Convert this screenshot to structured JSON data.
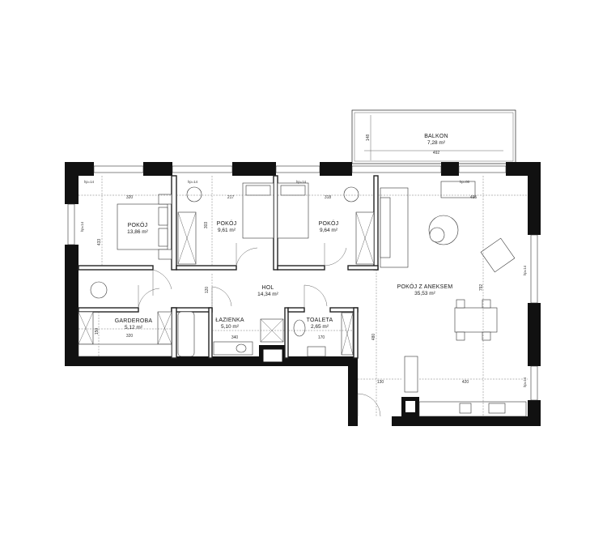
{
  "rooms": [
    {
      "id": "pokoj1",
      "name": "POKÓJ",
      "area": "13,86 m²"
    },
    {
      "id": "pokoj2",
      "name": "POKÓJ",
      "area": "9,61 m²"
    },
    {
      "id": "pokoj3",
      "name": "POKÓJ",
      "area": "9,64 m²"
    },
    {
      "id": "hol",
      "name": "HOL",
      "area": "14,34 m²"
    },
    {
      "id": "pokoj_aneks",
      "name": "POKÓJ Z ANEKSEM",
      "area": "35,53 m²"
    },
    {
      "id": "garderoba",
      "name": "GARDEROBA",
      "area": "5,12 m²"
    },
    {
      "id": "lazienka",
      "name": "ŁAZIENKA",
      "area": "5,10 m²"
    },
    {
      "id": "toaleta",
      "name": "TOALETA",
      "area": "2,65 m²"
    },
    {
      "id": "balkon",
      "name": "BALKON",
      "area": "7,28 m²"
    }
  ],
  "dimensions": {
    "d320a": "320",
    "d217": "217",
    "d318": "318",
    "d495": "495",
    "d433": "433",
    "d303": "303",
    "d120": "120",
    "d792": "792",
    "d150": "150",
    "d320b": "320",
    "d340": "340",
    "d170": "170",
    "d480": "480",
    "d130": "130",
    "d420": "420",
    "d148": "148",
    "d492": "492"
  },
  "sill_labels": {
    "hp14_a": "hp=14",
    "hp14_b": "hp=14",
    "hp14_c": "hp=14",
    "hp00": "hp=00",
    "hp14_left": "hp=14",
    "hp14_right1": "hp=14",
    "hp14_right2": "hp=14"
  }
}
